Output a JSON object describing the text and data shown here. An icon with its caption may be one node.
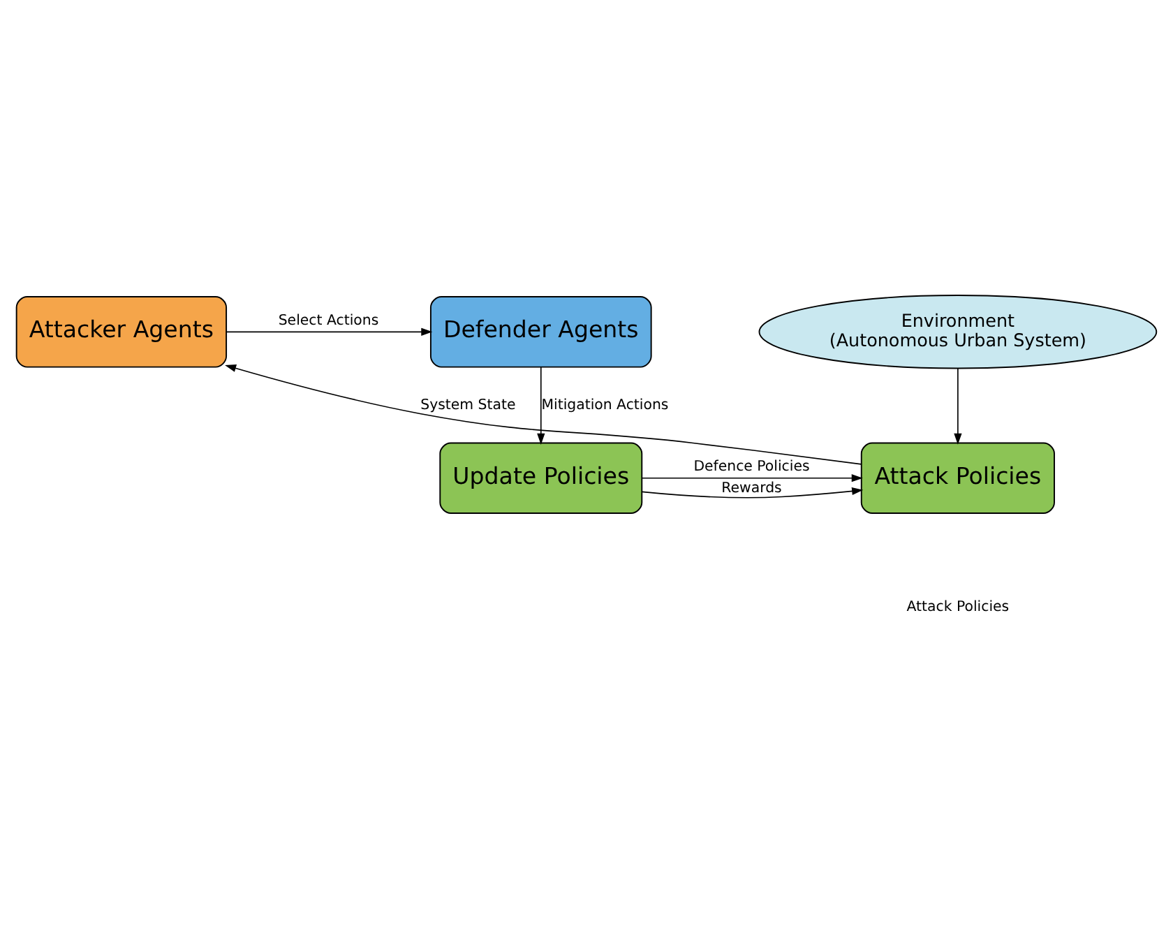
{
  "diagram": {
    "nodes": [
      {
        "text": [
          "Attacker Agents"
        ]
      },
      {
        "text": [
          "Defender Agents"
        ]
      },
      {
        "text": [
          "Environment",
          "(Autonomous Urban System)"
        ]
      },
      {
        "text": [
          "Attack Policies"
        ]
      },
      {
        "text": [
          "Update Policies"
        ]
      }
    ],
    "edges": [
      {
        "from": 0,
        "to": 1,
        "arrow": "to",
        "label": "Select Actions"
      },
      {
        "from": 1,
        "to": 4,
        "arrow": "to",
        "label": "Mitigation Actions"
      },
      {
        "from": 4,
        "to": 3,
        "arrow": "to",
        "label": "Rewards"
      },
      {
        "from": 2,
        "to": 3,
        "arrow": "to"
      },
      {
        "from": 4,
        "to": 3,
        "arrow": "to",
        "label": "Defence Policies"
      },
      {
        "from": 3,
        "to": 0,
        "arrow": "to",
        "label": "System State"
      }
    ],
    "labels": [
      "Attack Policies"
    ]
  }
}
